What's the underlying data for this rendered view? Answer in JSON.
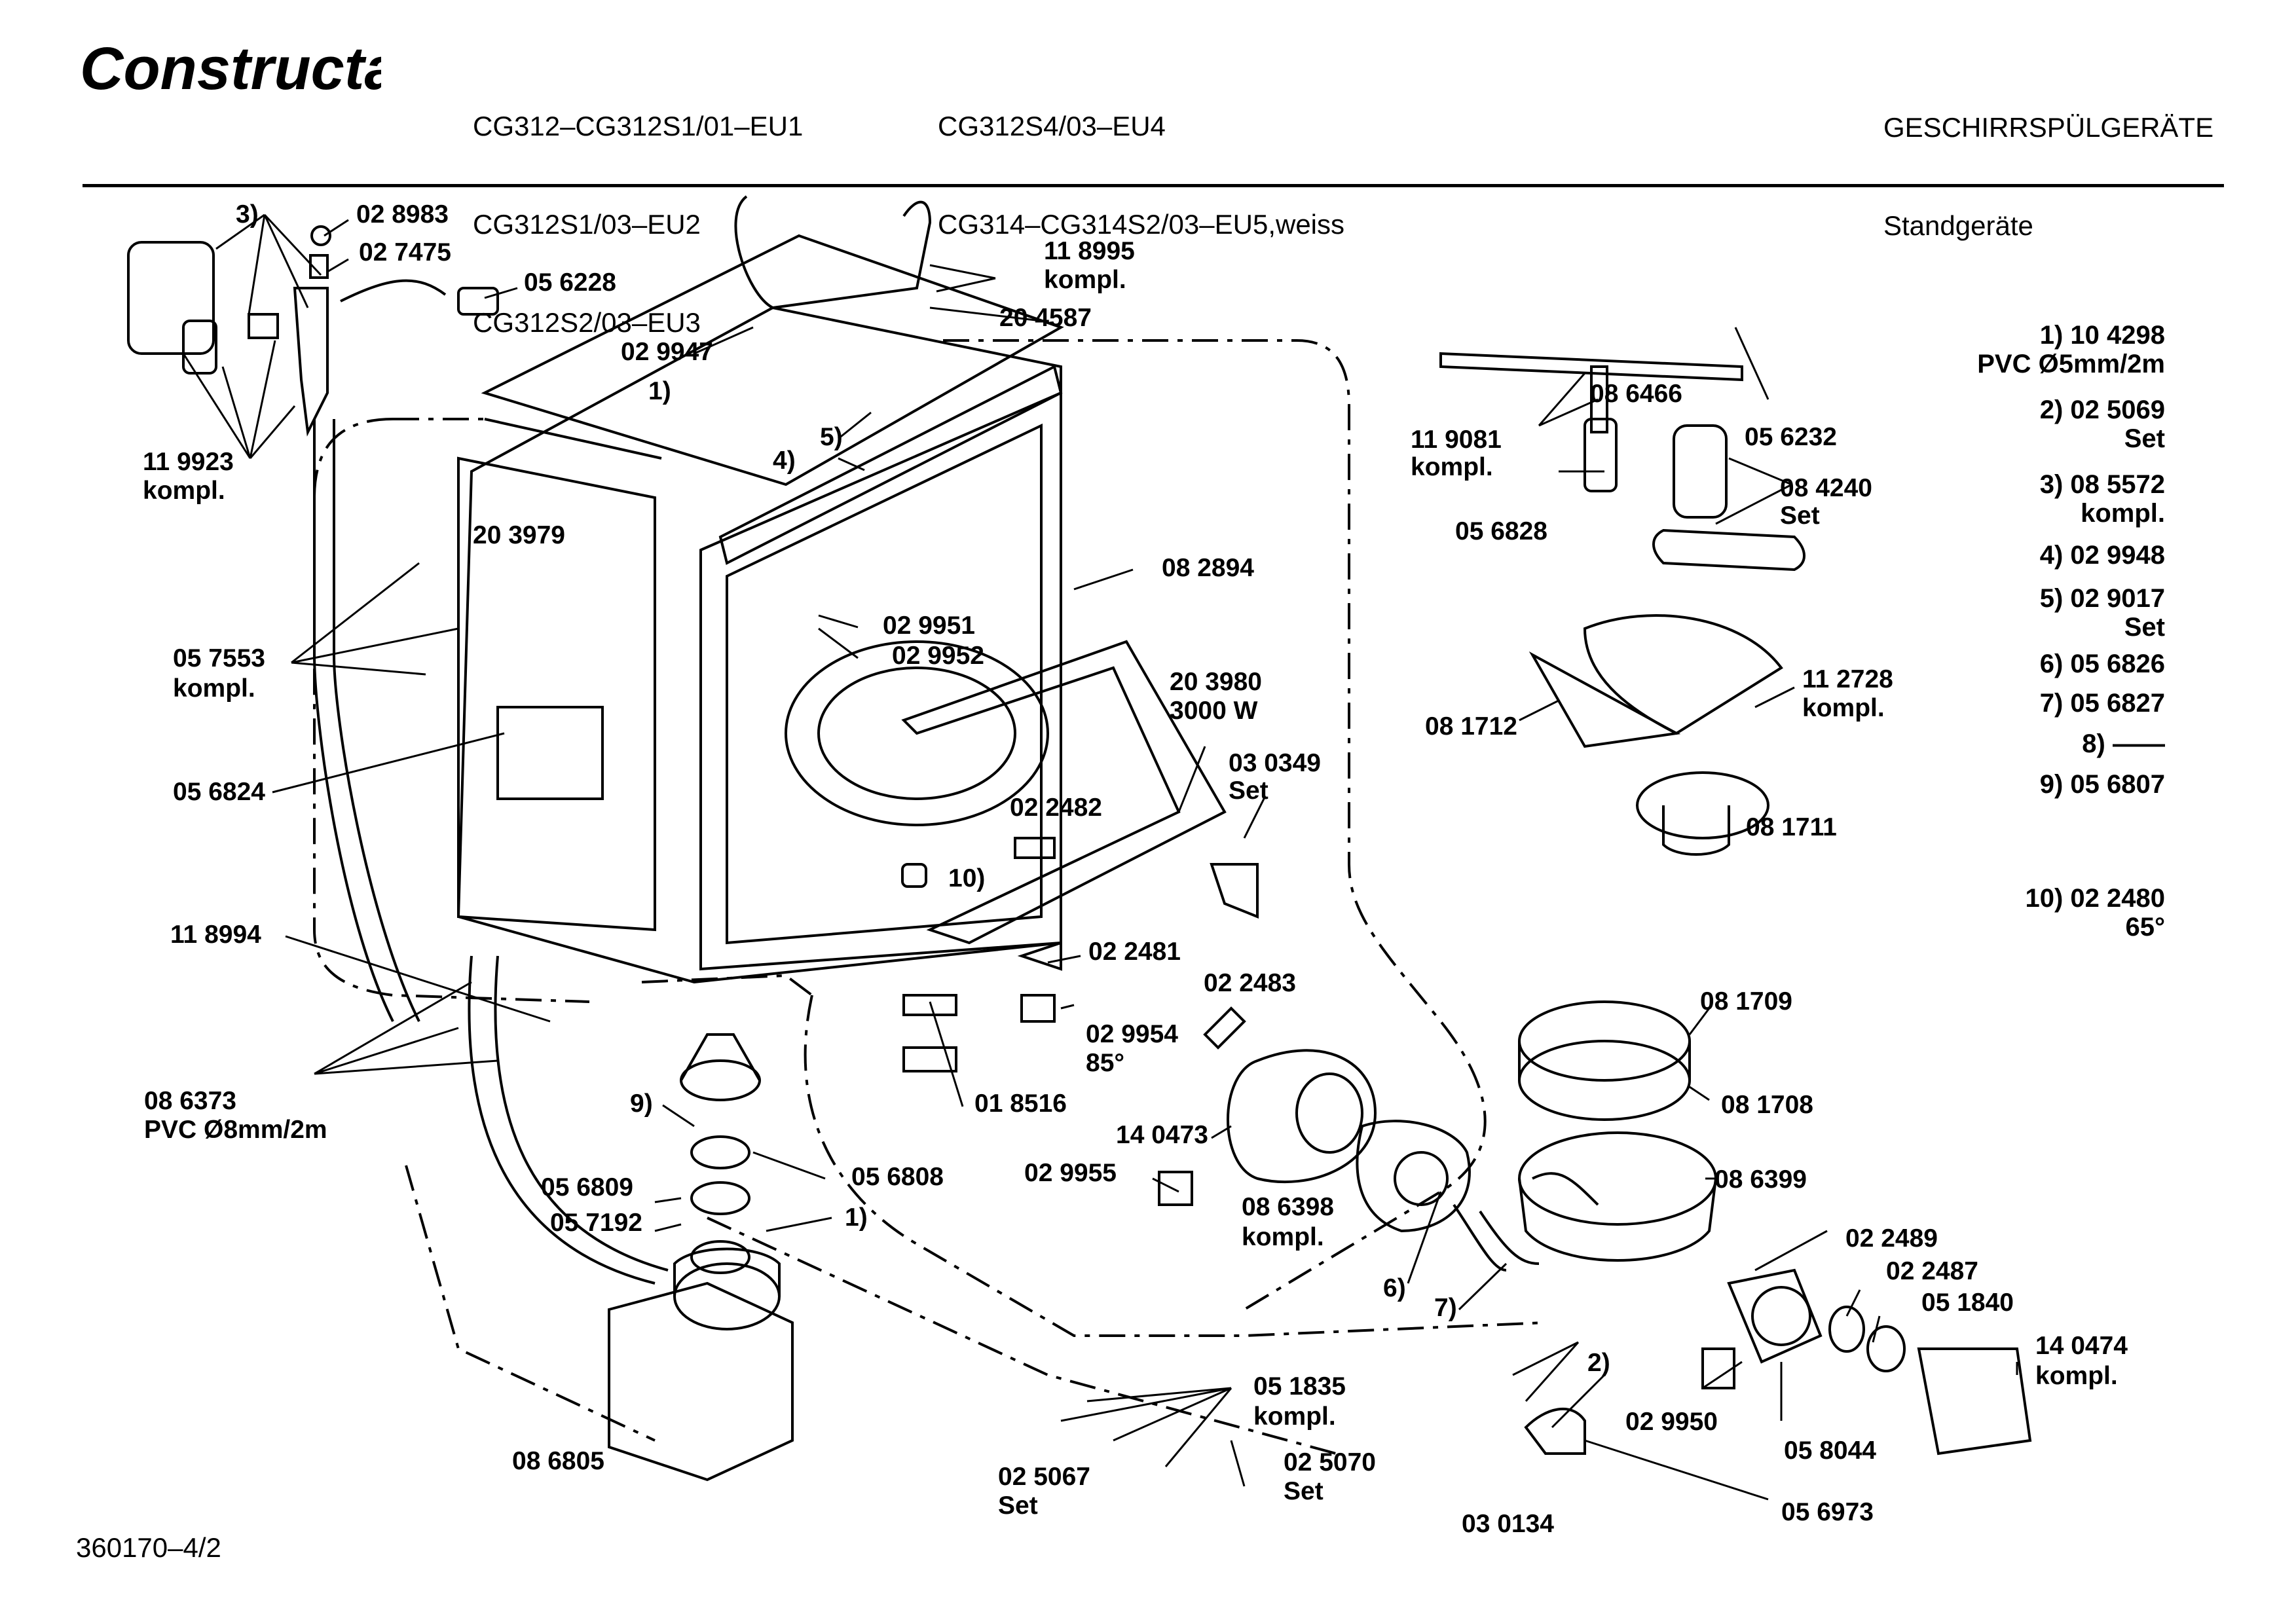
{
  "brand": {
    "logo_text": "Constructa"
  },
  "header": {
    "models_col1": [
      "CG312–CG312S1/01–EU1",
      "CG312S1/03–EU2",
      "CG312S2/03–EU3"
    ],
    "models_col2": [
      "CG312S4/03–EU4",
      "CG314–CG314S2/03–EU5,weiss"
    ],
    "category": "GESCHIRRSPÜLGERÄTE",
    "subcategory": "Standgeräte"
  },
  "legend": [
    {
      "key": "1)",
      "value": "10 4298",
      "note": "PVC Ø5mm/2m"
    },
    {
      "key": "2)",
      "value": "02 5069",
      "note": "Set"
    },
    {
      "key": "3)",
      "value": "08 5572",
      "note": "kompl."
    },
    {
      "key": "4)",
      "value": "02 9948",
      "note": ""
    },
    {
      "key": "5)",
      "value": "02 9017",
      "note": "Set"
    },
    {
      "key": "6)",
      "value": "05 6826",
      "note": ""
    },
    {
      "key": "7)",
      "value": "05 6827",
      "note": ""
    },
    {
      "key": "8)",
      "value": "——",
      "note": ""
    },
    {
      "key": "9)",
      "value": "05 6807",
      "note": ""
    },
    {
      "key": "10)",
      "value": "02 2480",
      "note": "65°"
    }
  ],
  "callouts": {
    "c028983": "02 8983",
    "c027475": "02 7475",
    "c056228": "05 6228",
    "c3a": "3)",
    "c119923": "11 9923",
    "c119923b": "kompl.",
    "c118995": "11 8995",
    "c118995b": "kompl.",
    "c204587": "20 4587",
    "c029947": "02 9947",
    "c1a": "1)",
    "c5a": "5)",
    "c4a": "4)",
    "c203979": "20 3979",
    "c082894": "08 2894",
    "c029951": "02 9951",
    "c029952": "02 9952",
    "c057553": "05 7553",
    "c057553b": "kompl.",
    "c056824": "05 6824",
    "c203980": "20 3980",
    "c203980b": "3000 W",
    "c030349": "03 0349",
    "c030349b": "Set",
    "c022482": "02 2482",
    "c10a": "10)",
    "c118994": "11 8994",
    "c022481": "02 2481",
    "c022483": "02 2483",
    "c029954": "02 9954",
    "c029954b": "85°",
    "c018516": "01 8516",
    "c086373": "08 6373",
    "c086373b": "PVC Ø8mm/2m",
    "c9a": "9)",
    "c056808": "05 6808",
    "c056809": "05 6809",
    "c057192": "05 7192",
    "c1b": "1)",
    "c140473": "14 0473",
    "c029955": "02 9955",
    "c086398": "08 6398",
    "c086398b": "kompl.",
    "c6a": "6)",
    "c7a": "7)",
    "c086466": "08 6466",
    "c119081": "11 9081",
    "c119081b": "kompl.",
    "c056232": "05 6232",
    "c084240": "08 4240",
    "c084240b": "Set",
    "c056828": "05 6828",
    "c112728": "11 2728",
    "c112728b": "kompl.",
    "c081712": "08 1712",
    "c081711": "08 1711",
    "c081709": "08 1709",
    "c081708": "08 1708",
    "c086399": "08 6399",
    "c022489": "02 2489",
    "c022487": "02 2487",
    "c051840": "05 1840",
    "c140474": "14 0474",
    "c140474b": "kompl.",
    "c2a": "2)",
    "c029950": "02 9950",
    "c058044": "05 8044",
    "c056973": "05 6973",
    "c030134": "03 0134",
    "c051835": "05 1835",
    "c051835b": "kompl.",
    "c025067": "02 5067",
    "c025067b": "Set",
    "c025070": "02 5070",
    "c025070b": "Set",
    "c086805": "08 6805"
  },
  "footer": {
    "drawing_number": "360170–4/2"
  }
}
